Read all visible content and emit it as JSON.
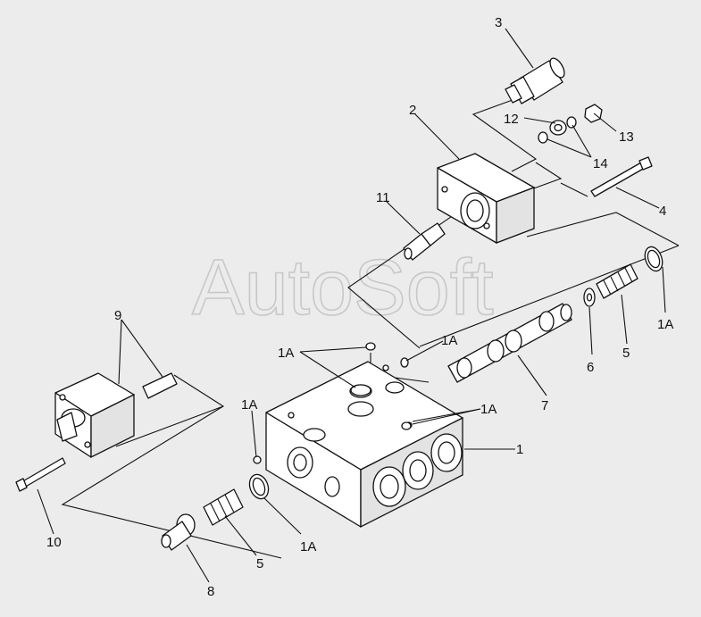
{
  "watermark": "AutoSoft",
  "callouts": {
    "c1": "1",
    "c2": "2",
    "c3": "3",
    "c4": "4",
    "c5a": "5",
    "c5b": "5",
    "c6": "6",
    "c7": "7",
    "c8": "8",
    "c9": "9",
    "c10": "10",
    "c11": "11",
    "c12": "12",
    "c13": "13",
    "c14": "14",
    "c1a_top_left": "1A",
    "c1a_top_right": "1A",
    "c1a_right": "1A",
    "c1a_far_right": "1A",
    "c1a_left": "1A",
    "c1a_bottom": "1A"
  }
}
